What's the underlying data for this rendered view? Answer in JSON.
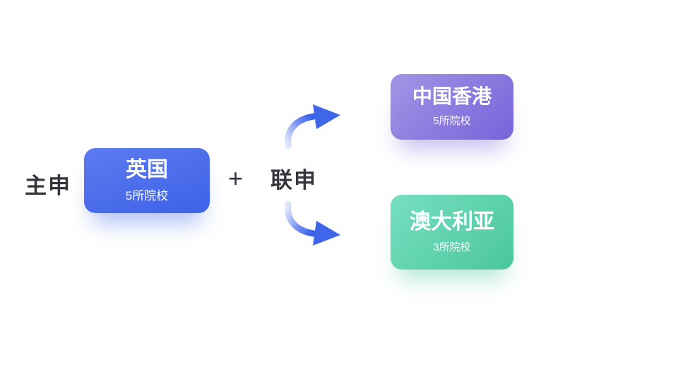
{
  "diagram": {
    "background": "#ffffff",
    "text_color": "#32353c",
    "labels": {
      "main_label": "主申",
      "plus": "+",
      "joint_label": "联申"
    },
    "main_card": {
      "title": "英国",
      "subtitle": "5所院校",
      "gradient_start": "#5d7bf0",
      "gradient_end": "#3c62e7"
    },
    "branch_cards": [
      {
        "id": "hongkong",
        "title": "中国香港",
        "subtitle": "5所院校",
        "gradient_start": "#a295e5",
        "gradient_end": "#7863da"
      },
      {
        "id": "australia",
        "title": "澳大利亚",
        "subtitle": "3所院校",
        "gradient_start": "#76dfc1",
        "gradient_end": "#4bc79b"
      }
    ],
    "arrows": {
      "tail_color": "#d9e1fa",
      "head_color": "#3b63e8",
      "top_direction": "curves up-right to Hong Kong card",
      "bottom_direction": "curves down-right to Australia card"
    }
  }
}
